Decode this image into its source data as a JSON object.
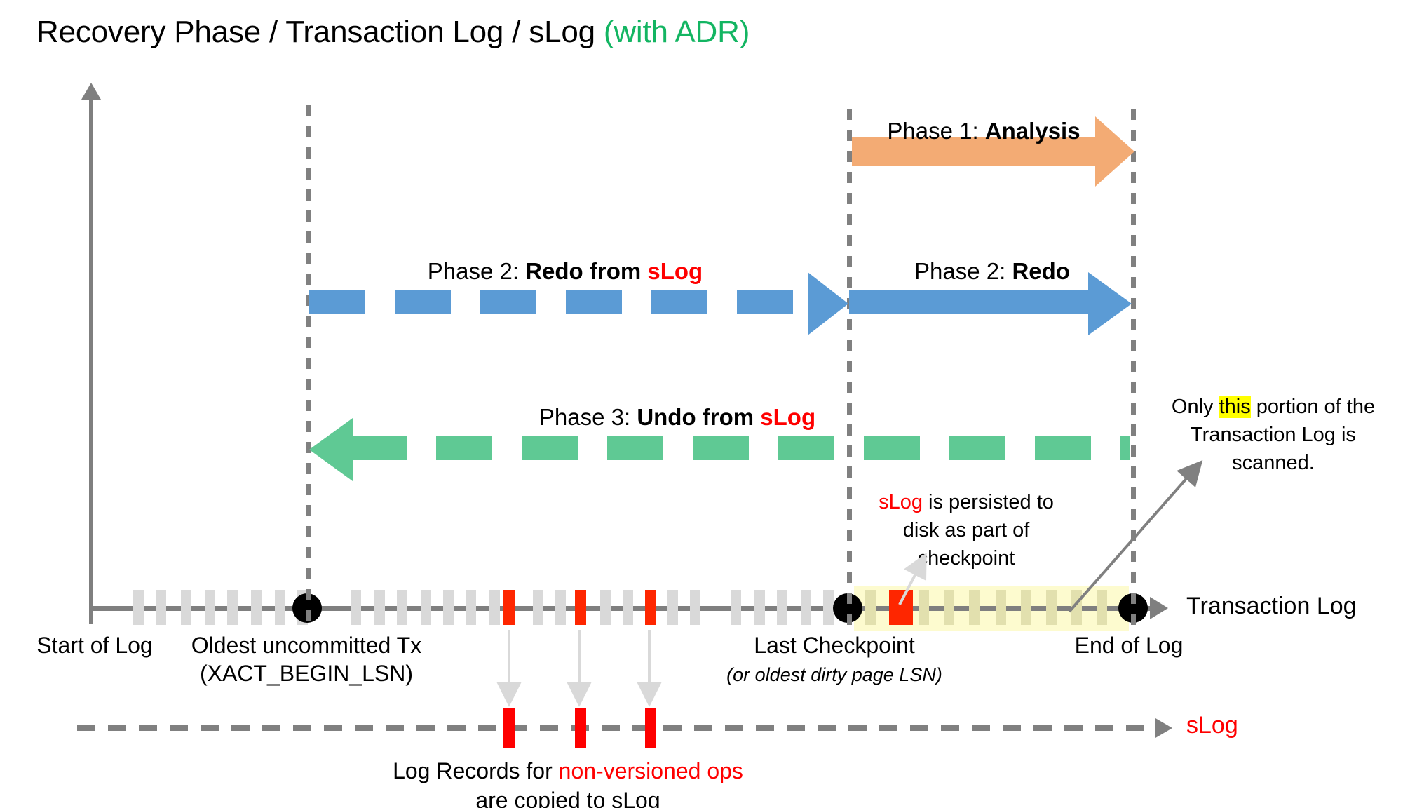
{
  "title": {
    "main": "Recovery Phase / Transaction Log / sLog ",
    "suffix": "(with ADR)"
  },
  "phases": [
    {
      "id": "analysis",
      "prefix": "Phase 1: ",
      "name": "Analysis",
      "color": "#F3AB74",
      "style": "solid",
      "direction": "right",
      "from": "Last Checkpoint",
      "to": "End of Log"
    },
    {
      "id": "redo-from-slog",
      "prefix": "Phase 2: ",
      "name": "Redo from ",
      "name_accent": "sLog",
      "color": "#5B9BD5",
      "style": "dashed",
      "direction": "right",
      "from": "Oldest uncommitted Tx",
      "to": "Last Checkpoint"
    },
    {
      "id": "redo",
      "prefix": "Phase 2: ",
      "name": "Redo",
      "color": "#5B9BD5",
      "style": "solid",
      "direction": "right",
      "from": "Last Checkpoint",
      "to": "End of Log"
    },
    {
      "id": "undo-from-slog",
      "prefix": "Phase 3: ",
      "name": "Undo from ",
      "name_accent": "sLog",
      "color": "#5FC994",
      "style": "dashed",
      "direction": "left",
      "from": "End of Log",
      "to": "Oldest uncommitted Tx"
    }
  ],
  "annotations": {
    "slog_checkpoint": {
      "accent": "sLog",
      "rest": " is persisted to disk as part of checkpoint"
    },
    "scanned_portion": {
      "pre": "Only ",
      "highlight": "this",
      "post": " portion of the Transaction Log is scanned.",
      "highlight_color": "#FFFF00"
    }
  },
  "timeline": {
    "axis_label": "Transaction Log",
    "slog_axis_label": "sLog",
    "slog_axis_color": "#FF0000",
    "markers": [
      {
        "id": "start-of-log",
        "label": "Start of Log",
        "sub": ""
      },
      {
        "id": "xact-begin",
        "label": "Oldest uncommitted Tx",
        "sub": "(XACT_BEGIN_LSN)"
      },
      {
        "id": "last-checkpoint",
        "label": "Last Checkpoint",
        "sub": "(or oldest dirty page LSN)"
      },
      {
        "id": "end-of-log",
        "label": "End of Log",
        "sub": ""
      }
    ],
    "slog_records_caption": {
      "pre": "Log Records for ",
      "accent": "non-versioned ops",
      "post": " are copied to sLog",
      "accent_color": "#FF0000"
    }
  },
  "colors": {
    "analysis": "#F3AB74",
    "redo": "#5B9BD5",
    "undo": "#5FC994",
    "accent_red": "#FF0000",
    "accent_green": "#13B562",
    "log_record": "#D9D9D9",
    "nonversioned_record": "#FE2600",
    "scan_band": "#FDFBCF",
    "axis": "#7F7F7F"
  }
}
